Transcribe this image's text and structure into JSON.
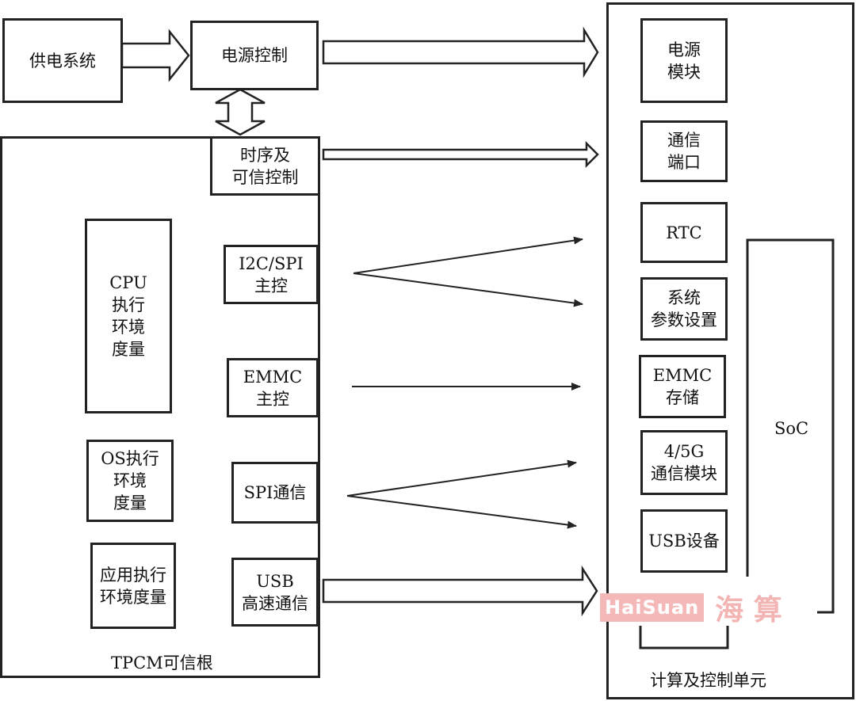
{
  "power_supply": "供电系统",
  "power_control": "电源控制",
  "tpcm": {
    "timing_trust_control": "时序及\n可信控制",
    "cpu_env": "CPU\n执行\n环境\n度量",
    "os_env": "OS执行\n环境\n度量",
    "app_env": "应用执行\n环境度量",
    "i2c_spi_master": "I2C/SPI\n主控",
    "emmc_master": "EMMC\n主控",
    "spi_comm": "SPI通信",
    "usb_highspeed": "USB\n高速通信",
    "caption": "TPCM可信根"
  },
  "compute_unit": {
    "power_module": "电源\n模块",
    "comm_port": "通信\n端口",
    "rtc": "RTC",
    "sys_params": "系统\n参数设置",
    "emmc_storage": "EMMC\n存储",
    "cellular_module": "4/5G\n通信模块",
    "usb_device": "USB设备",
    "soc": "SoC",
    "caption": "计算及控制单元"
  },
  "watermark": {
    "latin": "HaiSuan",
    "cjk": "海 算"
  }
}
